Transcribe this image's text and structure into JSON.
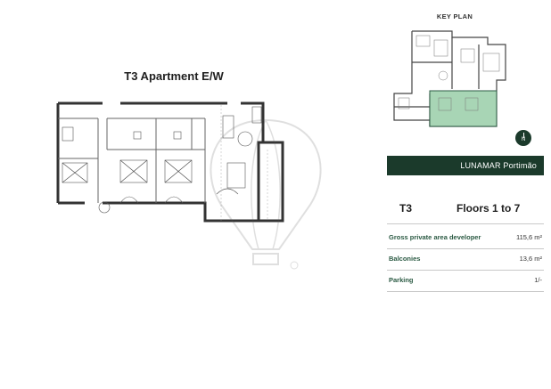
{
  "plan": {
    "title": "T3 Apartment E/W"
  },
  "key_plan": {
    "title": "KEY PLAN"
  },
  "compass": {
    "label": "N"
  },
  "banner": {
    "text": "LUNAMAR Portimão"
  },
  "unit": {
    "type": "T3",
    "floors": "Floors 1 to 7"
  },
  "specs": [
    {
      "label": "Gross private area developer",
      "value": "115,6 m²"
    },
    {
      "label": "Balconies",
      "value": "13,6 m²"
    },
    {
      "label": "Parking",
      "value": "1/-"
    }
  ],
  "colors": {
    "brand_green": "#1b3a2b",
    "label_green": "#2b5a43",
    "highlight": "#a8d5b5"
  }
}
